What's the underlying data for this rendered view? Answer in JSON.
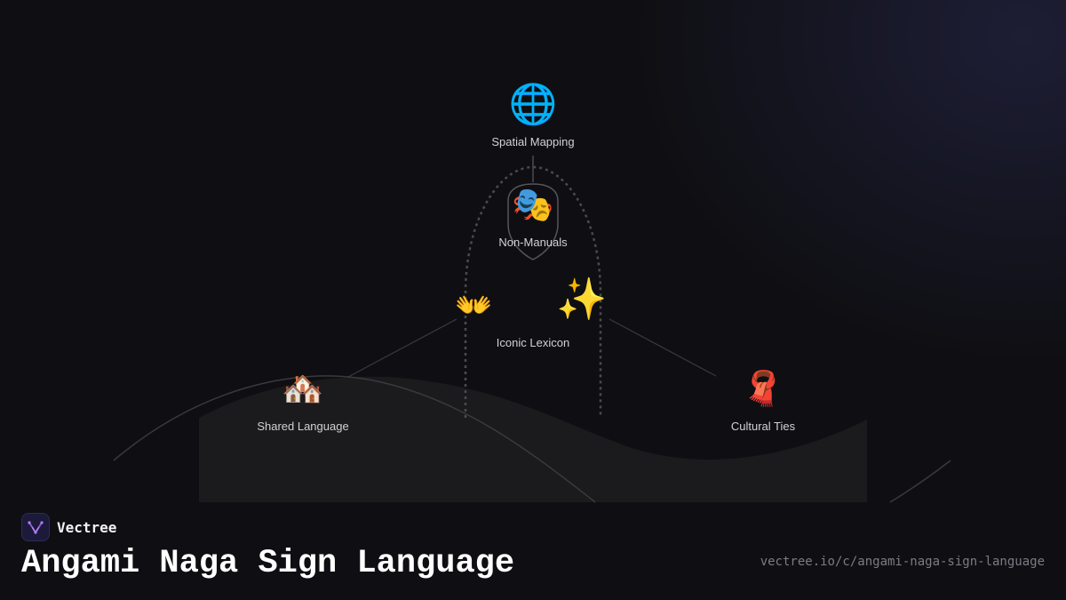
{
  "diagram": {
    "nodes": {
      "spatial_mapping": {
        "label": "Spatial Mapping",
        "icon": "globe-icon",
        "glyph": "🌐"
      },
      "non_manuals": {
        "label": "Non-Manuals",
        "icon": "performing-arts-masks-icon",
        "glyph": "🎭"
      },
      "iconic_lexicon": {
        "label": "Iconic Lexicon",
        "icons": [
          "open-hands-icon",
          "sparkles-icon"
        ],
        "glyph1": "👐",
        "glyph2": "✨"
      },
      "shared_language": {
        "label": "Shared Language",
        "icon": "houses-icon",
        "glyph": "🏘️"
      },
      "cultural_ties": {
        "label": "Cultural Ties",
        "icon": "scarf-icon",
        "glyph": "🧣"
      }
    }
  },
  "footer": {
    "brand": "Vectree",
    "title": "Angami Naga Sign Language",
    "url": "vectree.io/c/angami-naga-sign-language"
  },
  "colors": {
    "background": "#0f0f13",
    "hill": "#1b1b1d",
    "line": "#3a3a3e",
    "logo_accent": "#9b59e0"
  }
}
